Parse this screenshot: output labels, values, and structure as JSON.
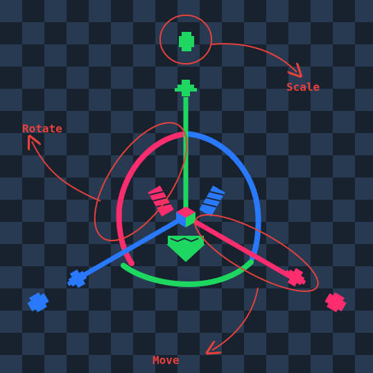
{
  "annotations": {
    "scale": "Scale",
    "rotate": "Rotate",
    "move": "Move"
  },
  "colors": {
    "checker_light": "#283a52",
    "checker_dark": "#18222f",
    "axis_x": "#ff2d6e",
    "axis_y": "#1ed760",
    "axis_z": "#2979ff",
    "annotation": "#e8413b"
  },
  "icons": {
    "scale_handle": "green-gem-icon",
    "move_handle_x": "red-arrowhead-icon",
    "move_handle_y": "green-arrowhead-icon",
    "move_handle_z": "blue-arrowhead-icon",
    "plane_handle_xy": "red-plane-icon",
    "plane_handle_yz": "blue-plane-icon",
    "plane_handle_xz": "green-plane-icon",
    "center": "cube-icon"
  }
}
